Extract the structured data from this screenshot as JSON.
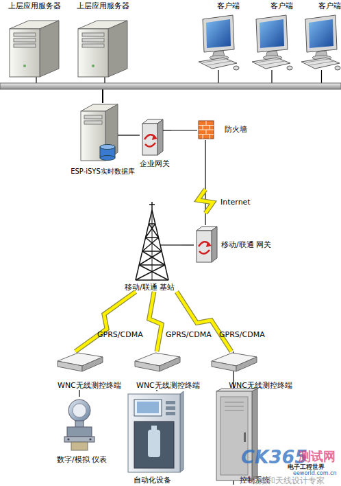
{
  "diagram": {
    "nodes": [
      {
        "text": [
          "上层应用服务器"
        ]
      },
      {
        "text": [
          "上层应用服务器"
        ]
      },
      {
        "text": [
          "客户端"
        ]
      },
      {
        "text": [
          "客户端"
        ]
      },
      {
        "text": [
          "客户端"
        ]
      },
      {
        "text": [
          "ESP-iSYS实时数据库"
        ]
      },
      {
        "text": [
          "企业网关"
        ]
      },
      {
        "text": [
          "防火墙"
        ]
      },
      {
        "text": [
          "移动/联通 网关"
        ]
      },
      {
        "text": [
          "移动/联通 基站"
        ]
      },
      {
        "text": [
          "WNC无线测控终端"
        ]
      },
      {
        "text": [
          "WNC无线测控终端"
        ]
      },
      {
        "text": [
          "WNC无线测控终端"
        ]
      },
      {
        "text": [
          "数字/模拟 仪表"
        ]
      },
      {
        "text": [
          "自动化设备"
        ]
      },
      {
        "text": [
          "控制系统"
        ]
      }
    ],
    "edges": [
      {
        "from": 5,
        "to": 0,
        "arrow": "none"
      },
      {
        "from": 5,
        "to": 1,
        "arrow": "none"
      },
      {
        "from": 5,
        "to": 2,
        "arrow": "none"
      },
      {
        "from": 5,
        "to": 3,
        "arrow": "none"
      },
      {
        "from": 5,
        "to": 4,
        "arrow": "none"
      },
      {
        "from": 5,
        "to": 6,
        "arrow": "none"
      },
      {
        "from": 6,
        "to": 7,
        "arrow": "none"
      },
      {
        "from": 7,
        "to": 8,
        "label": "Internet",
        "arrow": "none"
      },
      {
        "from": 9,
        "to": 8,
        "arrow": "none"
      },
      {
        "from": 9,
        "to": 10,
        "label": "GPRS/CDMA",
        "arrow": "none"
      },
      {
        "from": 9,
        "to": 11,
        "label": "GPRS/CDMA",
        "arrow": "none"
      },
      {
        "from": 9,
        "to": 12,
        "label": "GPRS/CDMA",
        "arrow": "none"
      },
      {
        "from": 10,
        "to": 13,
        "arrow": "none"
      },
      {
        "from": 11,
        "to": 14,
        "arrow": "none"
      },
      {
        "from": 12,
        "to": 15,
        "arrow": "none"
      }
    ],
    "labels": [
      "CK365",
      "测试网",
      "电子工程世界",
      "eeworld.com.cn",
      "射频和天线设计专家"
    ]
  }
}
